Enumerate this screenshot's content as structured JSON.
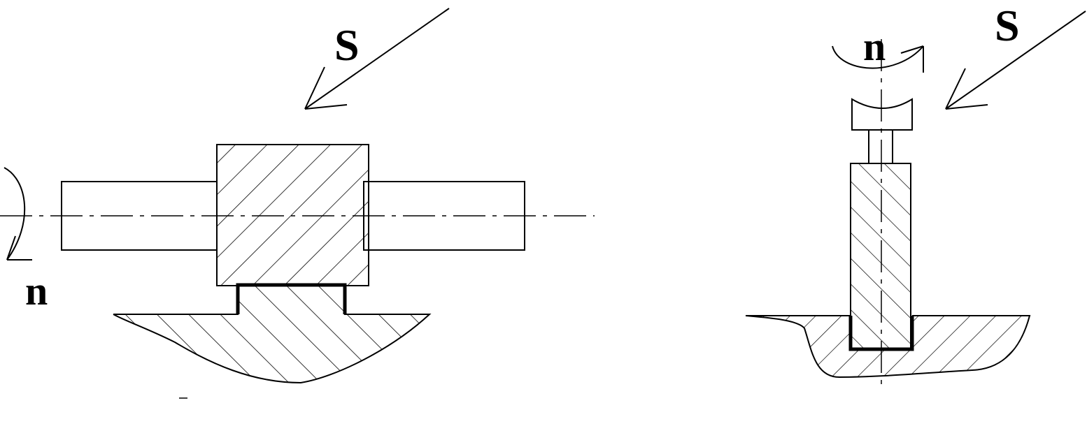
{
  "left_view": {
    "rotation_label": "n",
    "feed_label": "S"
  },
  "right_view": {
    "rotation_label": "n",
    "feed_label": "S"
  }
}
